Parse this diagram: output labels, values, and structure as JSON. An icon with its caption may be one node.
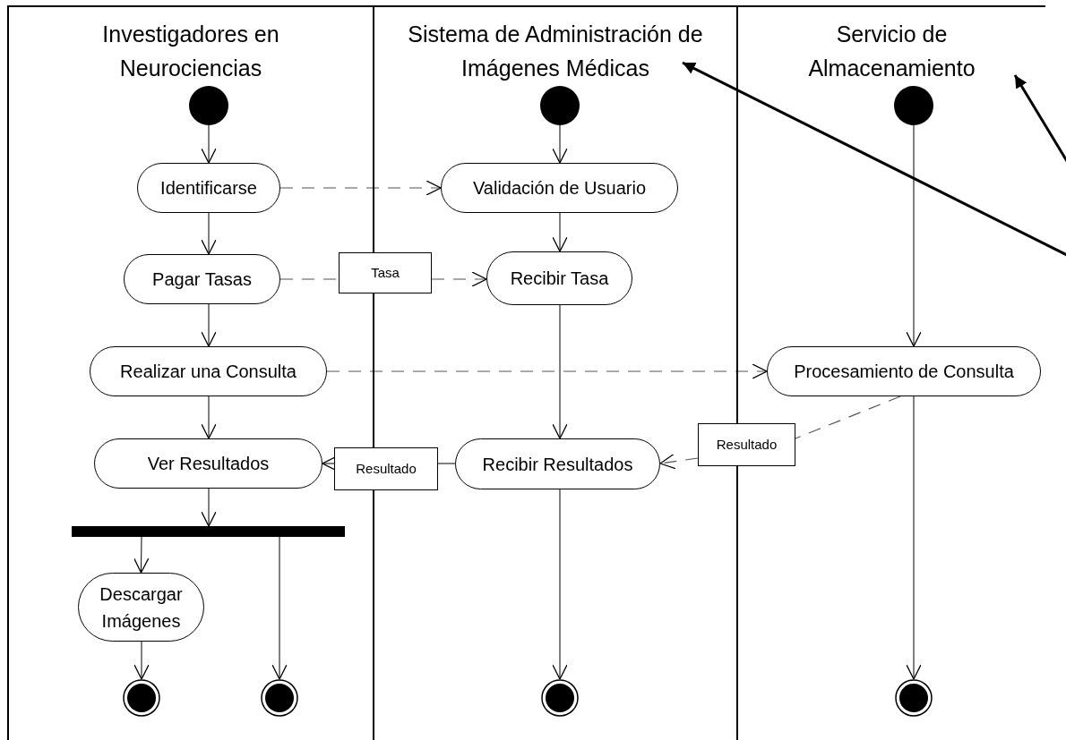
{
  "diagram": {
    "nodes": [
      {
        "text": [
          "Investigadores en Neurociencias"
        ]
      },
      {
        "text": [],
        "shape": "circle",
        "in": 0
      },
      {
        "text": [
          "Identificarse"
        ],
        "in": 0
      },
      {
        "text": [
          "Pagar Tasas"
        ],
        "in": 0
      },
      {
        "text": [
          "Realizar una Consulta"
        ],
        "in": 0
      },
      {
        "text": [
          "Ver Resultados"
        ],
        "in": 0
      },
      {
        "text": [],
        "shape": "bar",
        "in": 0
      },
      {
        "text": [
          "Descargar Imágenes"
        ],
        "in": 0
      },
      {
        "text": [],
        "shape": "circle",
        "in": 0
      },
      {
        "text": [],
        "shape": "circle",
        "in": 0
      },
      {
        "text": [
          "Sistema de Administración de Imágenes Médicas"
        ]
      },
      {
        "text": [],
        "shape": "circle",
        "in": 10
      },
      {
        "text": [
          "Validación de Usuario"
        ],
        "in": 10
      },
      {
        "text": [
          "Recibir Tasa"
        ],
        "in": 10
      },
      {
        "text": [
          "Recibir Resultados"
        ],
        "in": 10
      },
      {
        "text": [],
        "shape": "circle",
        "in": 10
      },
      {
        "text": [
          "Servicio de Almacenamiento"
        ]
      },
      {
        "text": [],
        "shape": "circle",
        "in": 16
      },
      {
        "text": [
          "Procesamiento de Consulta"
        ],
        "in": 16
      },
      {
        "text": [],
        "shape": "circle",
        "in": 16
      },
      {
        "text": [
          "Tasa"
        ]
      },
      {
        "text": [
          "Resultado"
        ]
      },
      {
        "text": [
          "Resultado"
        ]
      }
    ],
    "edges": [
      {
        "from": 1,
        "to": 2,
        "arrow": "to"
      },
      {
        "from": 2,
        "to": 3,
        "arrow": "to"
      },
      {
        "from": 3,
        "to": 4,
        "arrow": "to"
      },
      {
        "from": 4,
        "to": 5,
        "arrow": "to"
      },
      {
        "from": 5,
        "to": 6,
        "arrow": "to"
      },
      {
        "from": 6,
        "to": 7,
        "arrow": "to"
      },
      {
        "from": 6,
        "to": 9,
        "arrow": "to"
      },
      {
        "from": 7,
        "to": 8,
        "arrow": "to"
      },
      {
        "from": 2,
        "to": 12,
        "arrow": "to",
        "style": "dashed"
      },
      {
        "from": 3,
        "to": 20,
        "arrow": "none",
        "style": "dashed"
      },
      {
        "from": 20,
        "to": 13,
        "arrow": "to",
        "style": "dashed"
      },
      {
        "from": 4,
        "to": 18,
        "arrow": "to",
        "style": "dashed"
      },
      {
        "from": 11,
        "to": 12,
        "arrow": "to"
      },
      {
        "from": 12,
        "to": 13,
        "arrow": "to"
      },
      {
        "from": 13,
        "to": 14,
        "arrow": "to"
      },
      {
        "from": 14,
        "to": 15,
        "arrow": "to"
      },
      {
        "from": 17,
        "to": 18,
        "arrow": "to"
      },
      {
        "from": 18,
        "to": 19,
        "arrow": "to"
      },
      {
        "from": 18,
        "to": 22,
        "arrow": "none",
        "style": "dashed"
      },
      {
        "from": 22,
        "to": 14,
        "arrow": "to",
        "style": "dashed"
      },
      {
        "from": 14,
        "to": 21,
        "arrow": "none"
      },
      {
        "from": 21,
        "to": 5,
        "arrow": "to"
      },
      {
        "from": null,
        "to": 10,
        "arrow": "to",
        "style": "thick"
      },
      {
        "from": null,
        "to": 16,
        "arrow": "to",
        "style": "thick"
      }
    ]
  }
}
